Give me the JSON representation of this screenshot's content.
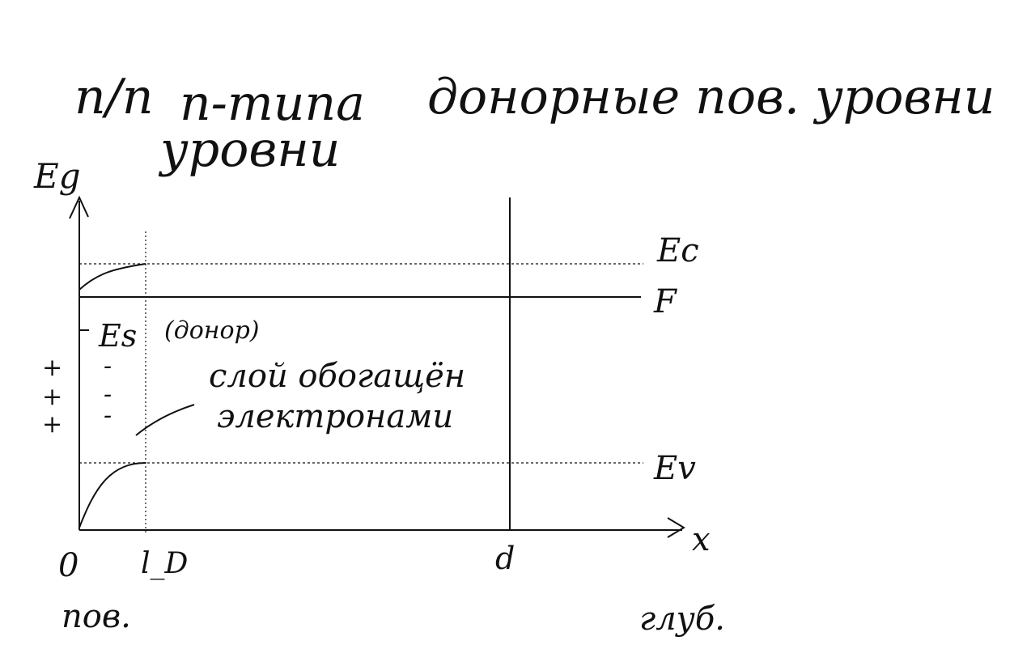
{
  "header": {
    "line1_type": "п/п",
    "line1_kind": "n-типа",
    "line1_levels": "донорные пов. уровни",
    "line2": "уровни"
  },
  "axes": {
    "y_label": "Eg",
    "x_label": "x",
    "origin_label": "0",
    "ld_label": "l_D",
    "d_label": "d",
    "surface_label": "пов.",
    "depth_label": "глуб."
  },
  "levels": {
    "ec": "Ec",
    "f": "F",
    "ev": "Ev"
  },
  "annotations": {
    "es": "Es",
    "donor": "(донор)",
    "layer_line1": "слой обогащён",
    "layer_line2": "электронами",
    "plus_signs": [
      "+",
      "+",
      "+"
    ],
    "minus_signs": [
      "-",
      "-",
      "-"
    ]
  },
  "colors": {
    "ink": "#111111",
    "background": "#ffffff"
  }
}
